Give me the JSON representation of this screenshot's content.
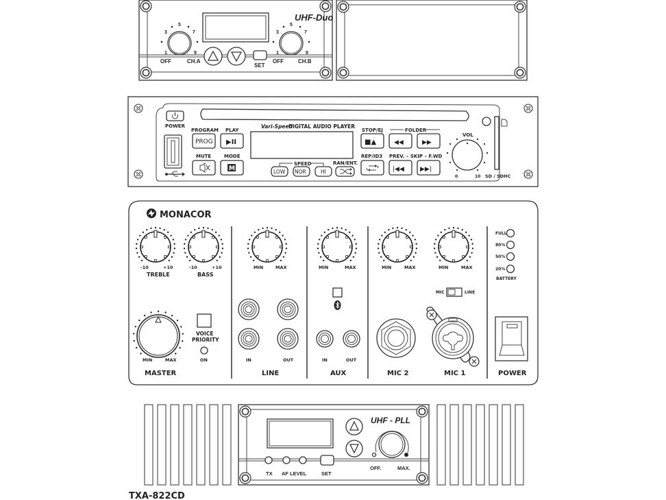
{
  "uhf_duo": {
    "title": "UHF-Duo",
    "knob_a": {
      "scale": [
        "1",
        "3",
        "5",
        "7",
        "9"
      ],
      "off": "OFF",
      "label": "CH.A"
    },
    "knob_b": {
      "scale": [
        "1",
        "3",
        "5",
        "7",
        "9"
      ],
      "off": "OFF",
      "label": "CH.B"
    },
    "buttons": {
      "up": "up-arrow",
      "down": "down-arrow",
      "set": "SET"
    }
  },
  "cd_player": {
    "title_italic": "Vari-Speed",
    "title": "DIGITAL AUDIO PLAYER",
    "power": "POWER",
    "program": {
      "label": "PROGRAM",
      "button": "PROG"
    },
    "play": {
      "label": "PLAY",
      "button": "▶II"
    },
    "mute": {
      "label": "MUTE"
    },
    "mode": {
      "label": "MODE",
      "button": "M"
    },
    "speed": {
      "label": "SPEED",
      "buttons": [
        "LOW",
        "NOR",
        "HI"
      ]
    },
    "ran_ent": {
      "label": "RAN/ENT."
    },
    "stop_ej": {
      "label": "STOP/EJ",
      "button": "■▲"
    },
    "folder": {
      "label": "FOLDER",
      "prev": "◀◀",
      "next": "▶▶"
    },
    "rep_id3": {
      "label": "REP/ID3"
    },
    "skip": {
      "label": "PREV. – SKIP – F.WD",
      "prev": "|◀◀",
      "next": "▶▶|"
    },
    "vol": {
      "label": "VOL",
      "min": "0",
      "max": "10"
    },
    "sd": "SD / SDHC"
  },
  "mixer": {
    "brand": "MONACOR",
    "treble": {
      "label": "TREBLE",
      "min": "-10",
      "max": "+10"
    },
    "bass": {
      "label": "BASS",
      "min": "-10",
      "max": "+10"
    },
    "line_knob": {
      "min": "MIN",
      "max": "MAX"
    },
    "aux_knob": {
      "min": "MIN",
      "max": "MAX"
    },
    "mic2_knob": {
      "min": "MIN",
      "max": "MAX"
    },
    "mic1_knob": {
      "min": "MIN",
      "max": "MAX"
    },
    "master": {
      "label": "MASTER",
      "min": "MIN",
      "max": "MAX"
    },
    "voice_priority": {
      "label1": "VOICE",
      "label2": "PRIORITY",
      "on": "ON"
    },
    "line": {
      "label": "LINE",
      "in": "IN",
      "out": "OUT"
    },
    "aux": {
      "label": "AUX",
      "in": "IN",
      "out": "OUT"
    },
    "mic2": {
      "label": "MIC 2"
    },
    "mic1": {
      "label": "MIC 1",
      "switch_left": "MIC",
      "switch_right": "LINE"
    },
    "battery": {
      "label": "BATTERY",
      "levels": [
        "FULL",
        "80%",
        "50%",
        "20%"
      ]
    },
    "power": {
      "label": "POWER"
    }
  },
  "uhf_pll": {
    "title": "UHF - PLL",
    "leds": [
      "TX",
      "AF LEVEL"
    ],
    "set": "SET",
    "off": "OFF.",
    "max": "MAX."
  },
  "model": "TXA-822CD"
}
